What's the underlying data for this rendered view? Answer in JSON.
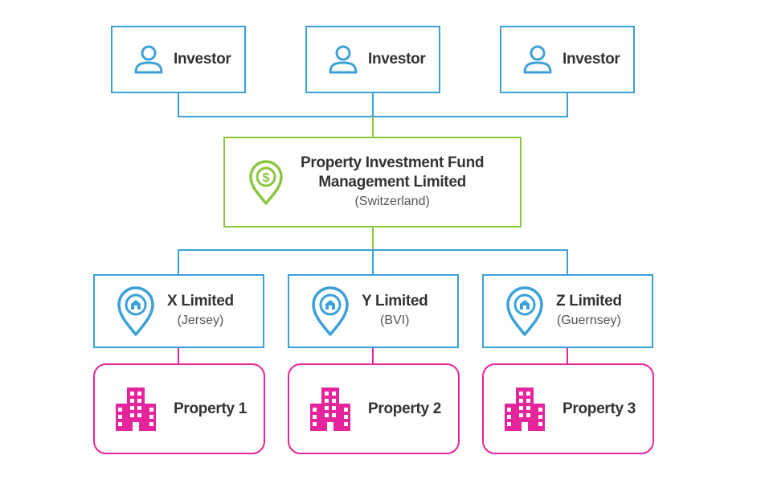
{
  "colors": {
    "investor": "#3ba1d8",
    "fund": "#8cc63f",
    "company": "#3ba1d8",
    "property": "#e6249b",
    "connector_top": "#3ba1d8",
    "connector_bottom": "#e6249b"
  },
  "investors": [
    {
      "label": "Investor",
      "icon": "person-icon"
    },
    {
      "label": "Investor",
      "icon": "person-icon"
    },
    {
      "label": "Investor",
      "icon": "person-icon"
    }
  ],
  "fund": {
    "name_line1": "Property Investment Fund",
    "name_line2": "Management Limited",
    "jurisdiction": "(Switzerland)",
    "icon": "dollar-pin-icon"
  },
  "companies": [
    {
      "name": "X Limited",
      "jurisdiction": "(Jersey)",
      "icon": "home-pin-icon"
    },
    {
      "name": "Y Limited",
      "jurisdiction": "(BVI)",
      "icon": "home-pin-icon"
    },
    {
      "name": "Z Limited",
      "jurisdiction": "(Guernsey)",
      "icon": "home-pin-icon"
    }
  ],
  "properties": [
    {
      "label": "Property 1",
      "icon": "building-icon"
    },
    {
      "label": "Property 2",
      "icon": "building-icon"
    },
    {
      "label": "Property 3",
      "icon": "building-icon"
    }
  ]
}
